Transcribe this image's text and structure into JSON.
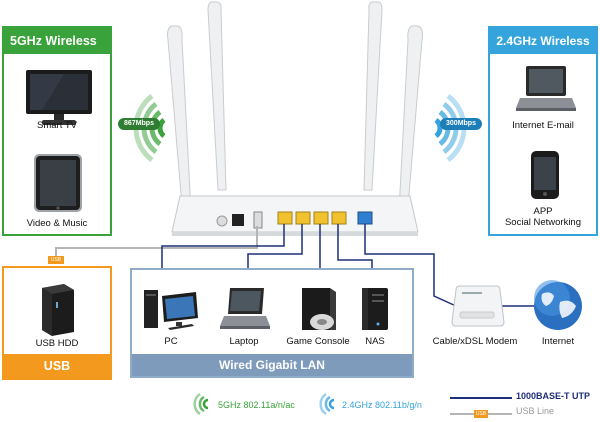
{
  "colors": {
    "green": "#3aa23a",
    "blue": "#35a3dc",
    "orange": "#f39a1e",
    "lan_blue": "#8eacc8",
    "lan_head": "#7f9bbb",
    "cable": "#1f2f78",
    "usb_line": "#b5b5b5"
  },
  "five_ghz_panel": {
    "title": "5GHz Wireless",
    "devices": [
      {
        "label": "Smart TV",
        "icon": "tv-icon"
      },
      {
        "label": "Video & Music",
        "icon": "tablet-icon"
      }
    ],
    "speed_badge": "867Mbps"
  },
  "two_ghz_panel": {
    "title": "2.4GHz Wireless",
    "devices": [
      {
        "label": "Internet E-mail",
        "icon": "laptop-icon"
      },
      {
        "label_line1": "APP",
        "label_line2": "Social Networking",
        "icon": "phone-icon"
      }
    ],
    "speed_badge": "300Mbps"
  },
  "usb_panel": {
    "title": "USB",
    "connector_tag": "USB",
    "device": {
      "label": "USB HDD",
      "icon": "hard-drive-icon"
    }
  },
  "lan_panel": {
    "title": "Wired Gigabit LAN",
    "devices": [
      {
        "label": "PC",
        "icon": "pc-icon"
      },
      {
        "label": "Laptop",
        "icon": "laptop-icon"
      },
      {
        "label": "Game Console",
        "icon": "game-console-icon"
      },
      {
        "label": "NAS",
        "icon": "nas-icon"
      }
    ]
  },
  "wan": {
    "modem_label": "Cable/xDSL Modem",
    "internet_label": "Internet"
  },
  "legend": {
    "wifi_5g": "5GHz 802.11a/n/ac",
    "wifi_24g": "2.4GHz 802.11b/g/n",
    "utp": "1000BASE-T UTP",
    "usb_line": "USB Line",
    "usb_tag": "USB"
  }
}
